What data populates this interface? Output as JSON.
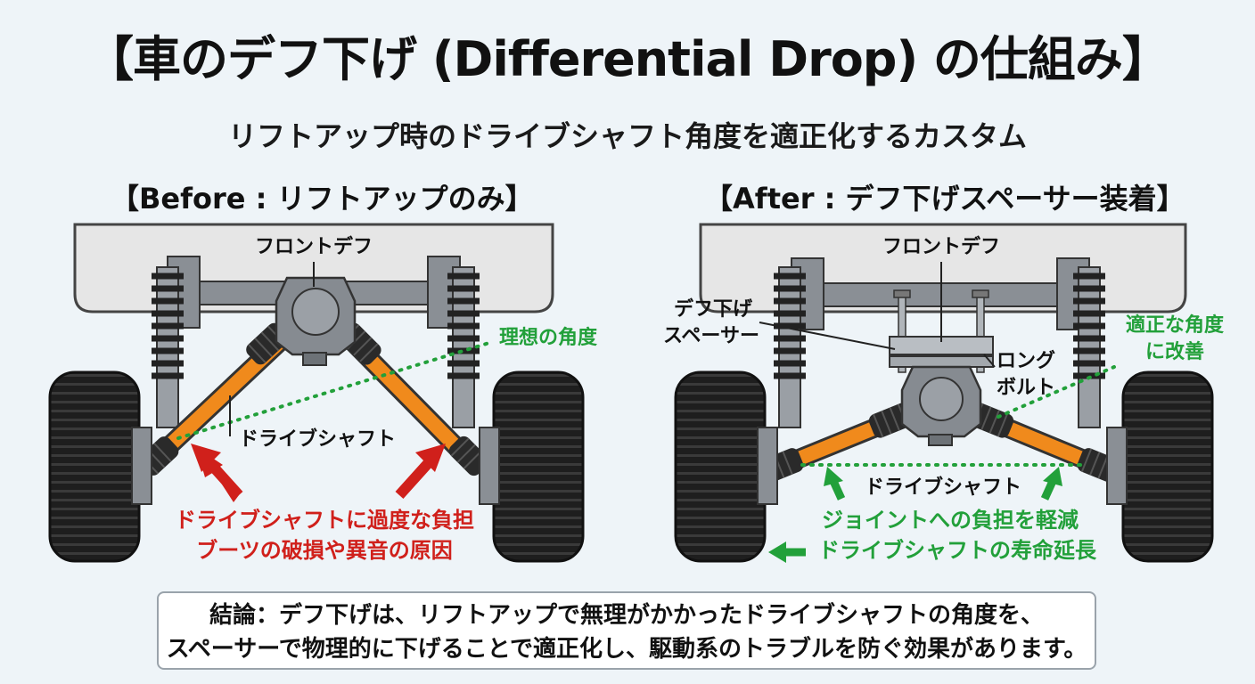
{
  "title": "【車のデフ下げ (Differential Drop) の仕組み】",
  "subtitle": "リフトアップ時のドライブシャフト角度を適正化するカスタム",
  "before": {
    "heading": "【Before : リフトアップのみ】",
    "front_diff": "フロントデフ",
    "ideal_angle": "理想の角度",
    "driveshaft": "ドライブシャフト",
    "warning_line1": "ドライブシャフトに過度な負担",
    "warning_line2": "ブーツの破損や異音の原因"
  },
  "after": {
    "heading": "【After : デフ下げスペーサー装着】",
    "front_diff": "フロントデフ",
    "spacer_line1": "デフ下げ",
    "spacer_line2": "スペーサー",
    "bolt_line1": "ロング",
    "bolt_line2": "ボルト",
    "improved_line1": "適正な角度",
    "improved_line2": "に改善",
    "driveshaft": "ドライブシャフト",
    "benefit_line1": "ジョイントへの負担を軽減",
    "benefit_line2": "ドライブシャフトの寿命延長"
  },
  "conclusion": {
    "line1": "結論：デフ下げは、リフトアップで無理がかかったドライブシャフトの角度を、",
    "line2": "スペーサーで物理的に下げることで適正化し、駆動系のトラブルを防ぐ効果があります。"
  },
  "colors": {
    "shaft": "#f08a1c",
    "warning": "#d0201b",
    "good": "#22a03a",
    "metal": "#7d8288"
  }
}
